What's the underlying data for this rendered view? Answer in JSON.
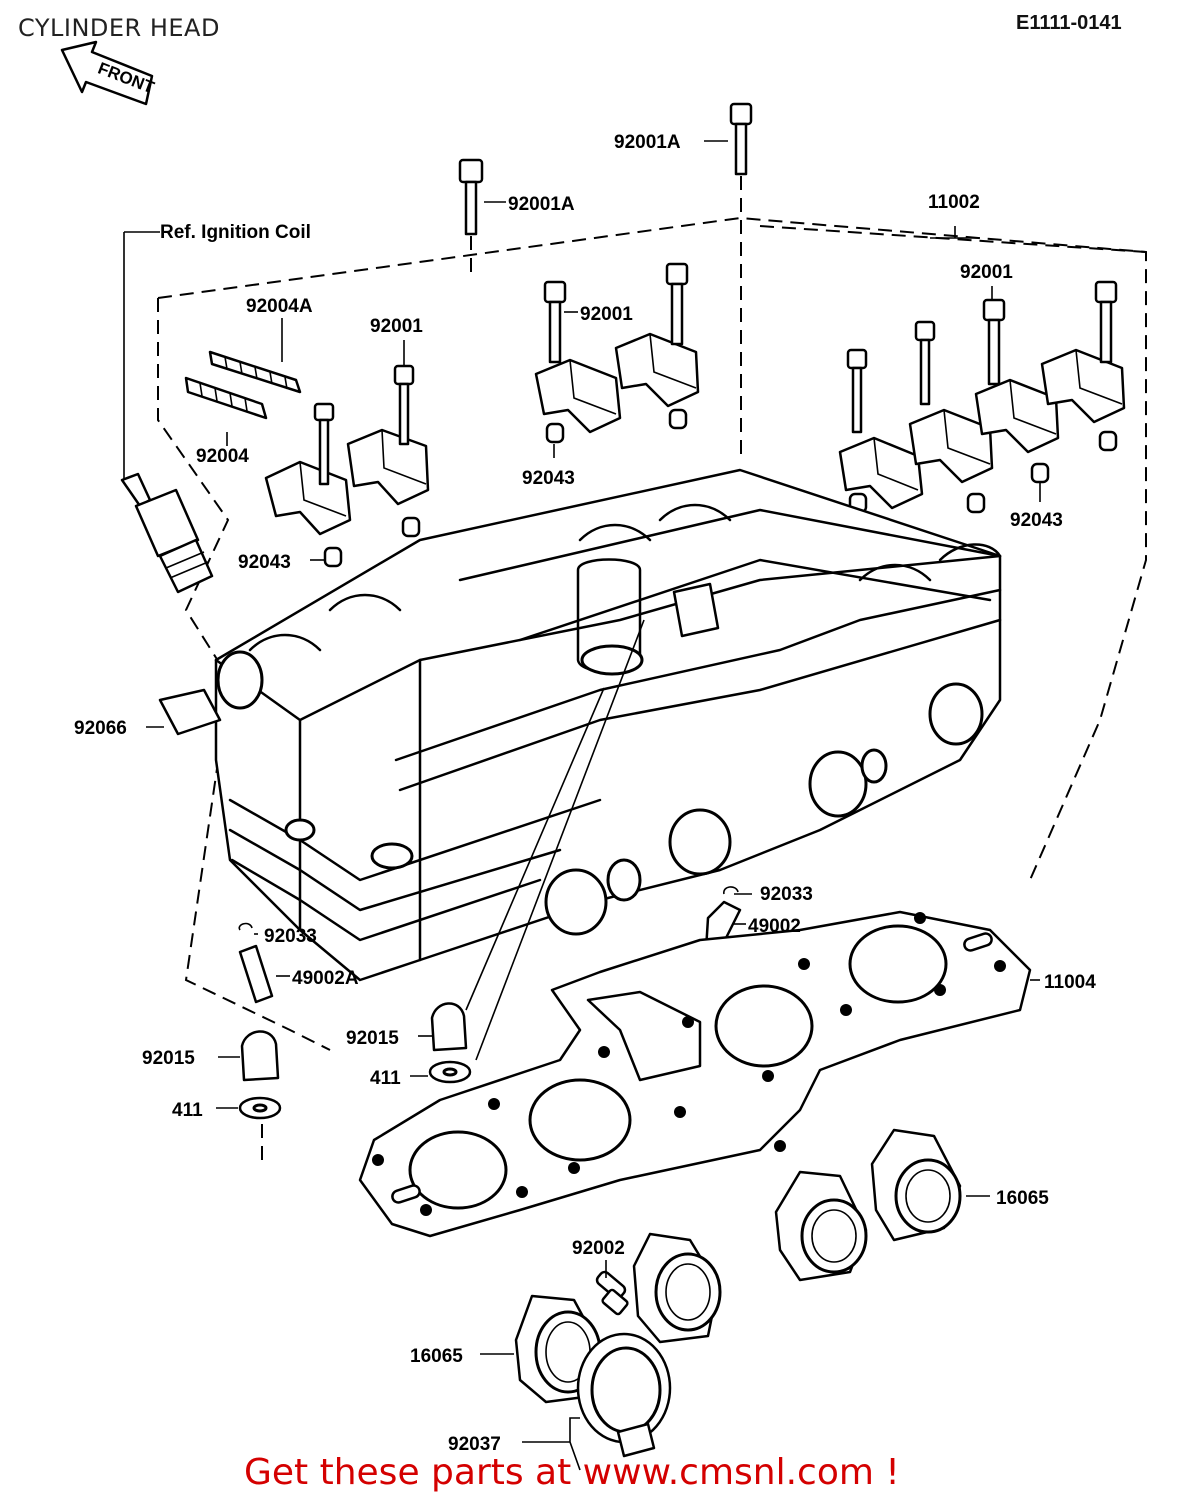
{
  "header": {
    "title": "CYLINDER HEAD",
    "diagram_code": "E1111-0141"
  },
  "footer": {
    "cta": "Get these parts at www.cmsnl.com !"
  },
  "front_arrow": "FRONT",
  "ref_note": "Ref. Ignition Coil",
  "labels": {
    "l_92001A_top": "92001A",
    "l_92001A_mid": "92001A",
    "l_11002": "11002",
    "l_92001_right": "92001",
    "l_92004A": "92004A",
    "l_92001_left": "92001",
    "l_92001_center": "92001",
    "l_92004": "92004",
    "l_92043_center": "92043",
    "l_92043_right": "92043",
    "l_92043_left": "92043",
    "l_92066": "92066",
    "l_92033_right": "92033",
    "l_49002": "49002",
    "l_92033_left": "92033",
    "l_49002A": "49002A",
    "l_11004": "11004",
    "l_92015_center": "92015",
    "l_92015_left": "92015",
    "l_411_center": "411",
    "l_411_left": "411",
    "l_16065_right": "16065",
    "l_92002": "92002",
    "l_16065_left": "16065",
    "l_92037": "92037"
  }
}
